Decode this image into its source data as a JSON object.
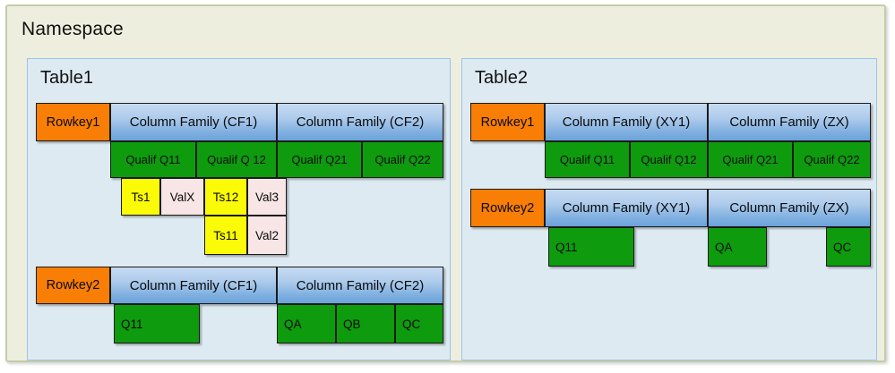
{
  "namespace": {
    "title": "Namespace"
  },
  "tables": [
    {
      "id": "table1",
      "title": "Table1",
      "rows": [
        {
          "rowkey": "Rowkey1",
          "column_families": [
            {
              "label": "Column Family (CF1)",
              "qualifiers": [
                "Qualif Q11",
                "Qualif Q 12"
              ]
            },
            {
              "label": "Column Family (CF2)",
              "qualifiers": [
                "Qualif Q21",
                "Qualif Q22"
              ]
            }
          ],
          "versions": [
            {
              "ts": "Ts1",
              "val": "ValX"
            },
            {
              "ts": "Ts12",
              "val": "Val3"
            },
            {
              "ts": "Ts11",
              "val": "Val2"
            }
          ]
        },
        {
          "rowkey": "Rowkey2",
          "column_families": [
            {
              "label": "Column Family (CF1)",
              "qualifiers": [
                "Q11"
              ]
            },
            {
              "label": "Column Family (CF2)",
              "qualifiers": [
                "QA",
                "QB",
                "QC"
              ]
            }
          ]
        }
      ]
    },
    {
      "id": "table2",
      "title": "Table2",
      "rows": [
        {
          "rowkey": "Rowkey1",
          "column_families": [
            {
              "label": "Column Family (XY1)",
              "qualifiers": [
                "Qualif Q11",
                "Qualif Q12"
              ]
            },
            {
              "label": "Column Family (ZX)",
              "qualifiers": [
                "Qualif Q21",
                "Qualif Q22"
              ]
            }
          ]
        },
        {
          "rowkey": "Rowkey2",
          "column_families": [
            {
              "label": "Column Family (XY1)",
              "qualifiers": [
                "Q11"
              ]
            },
            {
              "label": "Column Family (ZX)",
              "qualifiers": [
                "QA",
                "QC"
              ]
            }
          ]
        }
      ]
    }
  ],
  "colors": {
    "namespace_bg": "#EDEEDE",
    "namespace_border": "#C3CCA8",
    "table_bg": "#DEEAF2",
    "table_border": "#9CC3E5",
    "rowkey": "#F97E06",
    "column_family": "#7FAFE0",
    "qualifier": "#0E9B0E",
    "timestamp": "#FBFB07",
    "value": "#F8E6E6"
  }
}
